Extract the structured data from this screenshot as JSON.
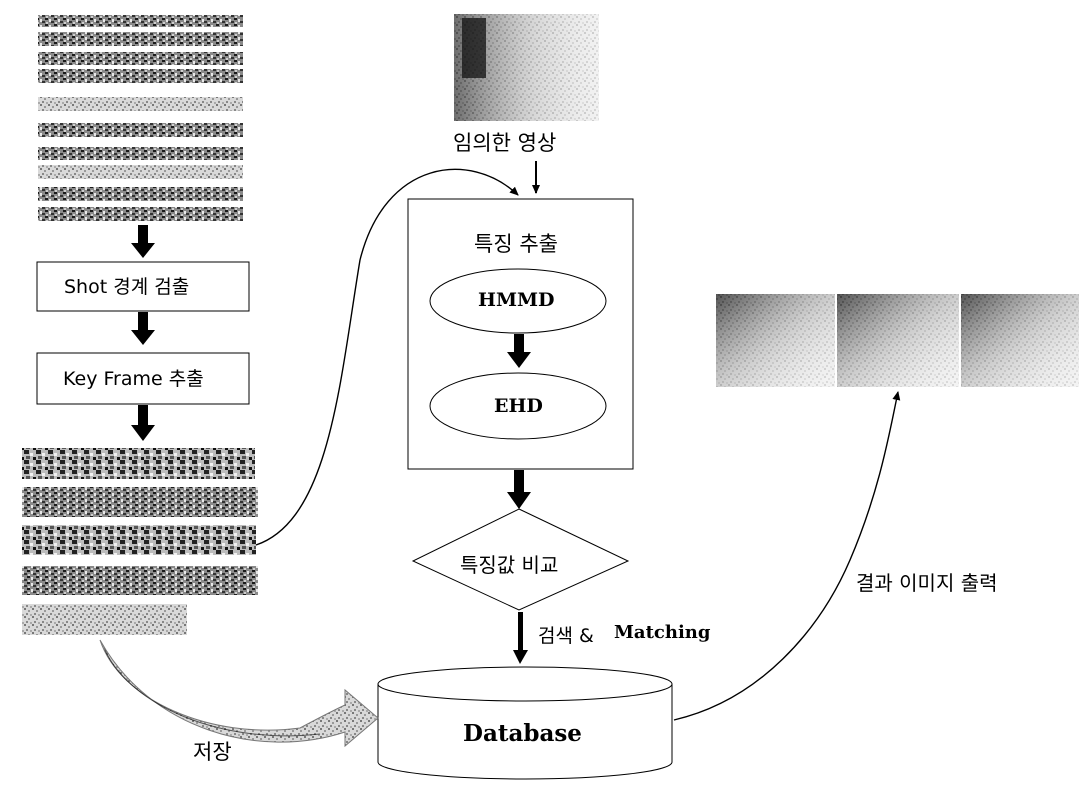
{
  "diagram": {
    "input_image_caption": "임의한 영상",
    "shot_boundary_label": "Shot 경계 검출",
    "keyframe_label": "Key Frame 추출",
    "feature_extraction_title": "특징 추출",
    "hmmd_label": "HMMD",
    "ehd_label": "EHD",
    "compare_label": "특징값 비교",
    "search_label_ko": "검색 &",
    "search_label_en": "Matching",
    "database_label": "Database",
    "store_label": "저장",
    "result_label": "결과 이미지 출력"
  }
}
